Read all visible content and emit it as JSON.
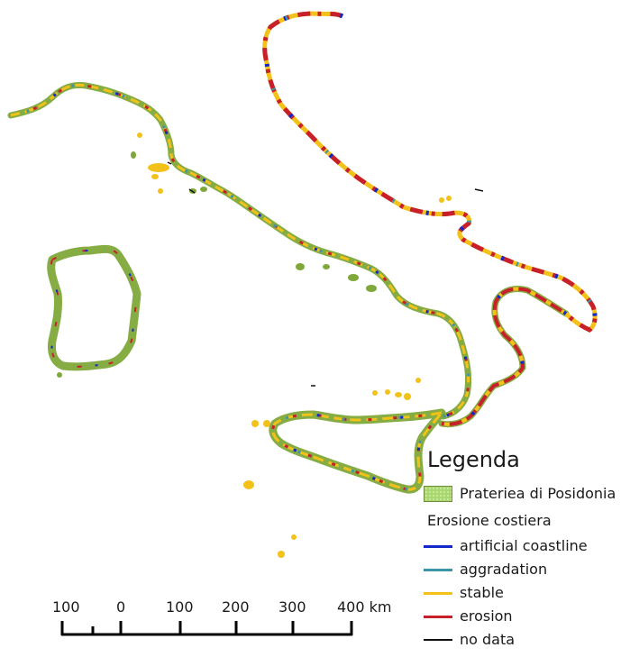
{
  "legend": {
    "title": "Legenda",
    "posidonia_label": "Prateriea di Posidonia",
    "erosion_heading": "Erosione costiera",
    "items": [
      {
        "label": "artificial coastline",
        "color": "#1428c8"
      },
      {
        "label": "aggradation",
        "color": "#3d95a8"
      },
      {
        "label": "stable",
        "color": "#f2c21a"
      },
      {
        "label": "erosion",
        "color": "#c8202a"
      },
      {
        "label": "no data",
        "color": "#111111"
      }
    ]
  },
  "scale_bar": {
    "ticks": [
      "100",
      "0",
      "100",
      "200",
      "300",
      "400 km"
    ]
  },
  "colors": {
    "posidonia": "#7fa83a",
    "land_background": "#ffffff"
  }
}
